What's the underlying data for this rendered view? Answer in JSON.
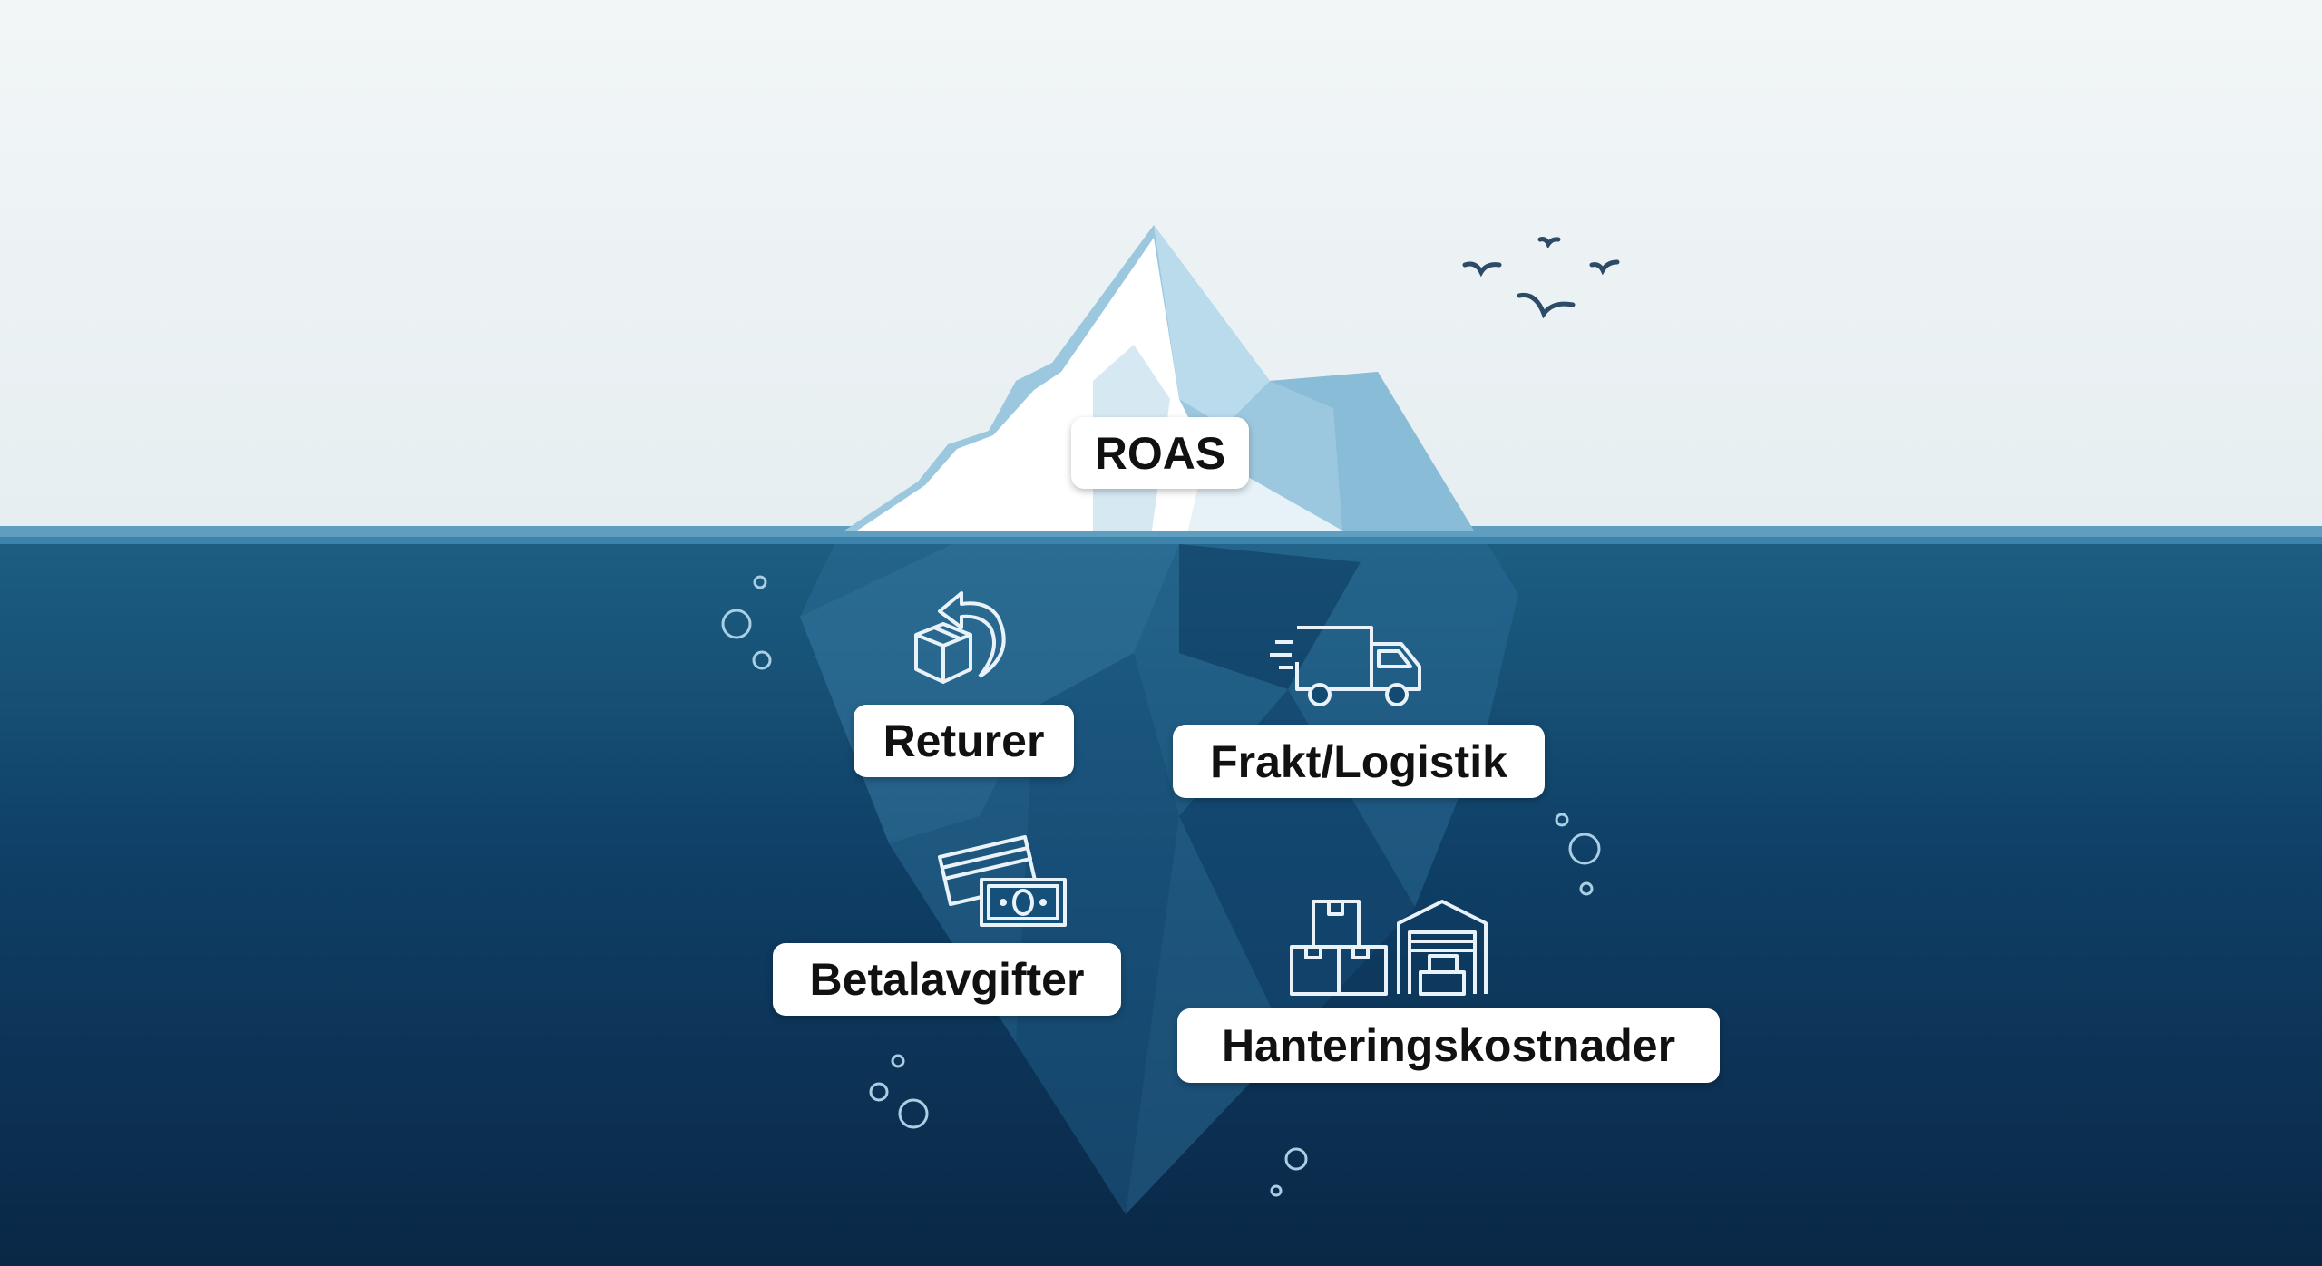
{
  "top": {
    "label": "ROAS"
  },
  "hidden_costs": [
    {
      "label": "Returer",
      "icon": "box-return-icon"
    },
    {
      "label": "Frakt/Logistik",
      "icon": "delivery-truck-icon"
    },
    {
      "label": "Betalavgifter",
      "icon": "credit-card-cash-icon"
    },
    {
      "label": "Hanteringskostnader",
      "icon": "warehouse-boxes-icon"
    }
  ],
  "colors": {
    "sky": "#eef3f5",
    "water_top": "#1d5f83",
    "water_bottom": "#0a2a4a",
    "ice_light": "#ffffff",
    "ice_shade": "#9cc8df"
  }
}
